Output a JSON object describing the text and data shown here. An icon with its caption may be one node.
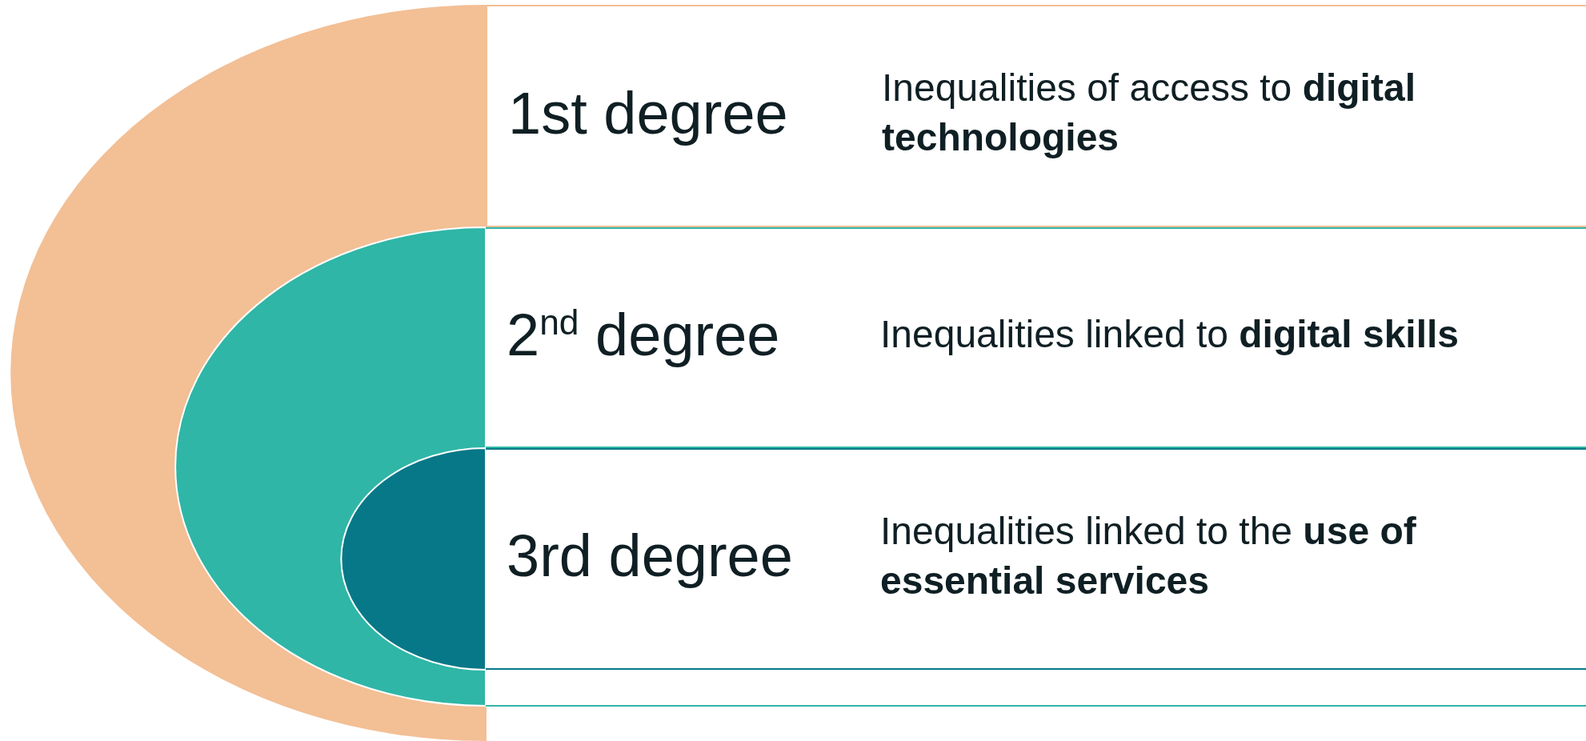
{
  "diagram": {
    "nodes": [
      {
        "text": [
          "1st degree",
          "Inequalities of access to **digital technologies**"
        ]
      },
      {
        "text": [
          "2$^{nd}$ degree",
          "Inequalities linked to **digital skills**"
        ]
      },
      {
        "text": [
          "3rd degree",
          "Inequalities linked to the **use of essential services**"
        ]
      }
    ]
  }
}
